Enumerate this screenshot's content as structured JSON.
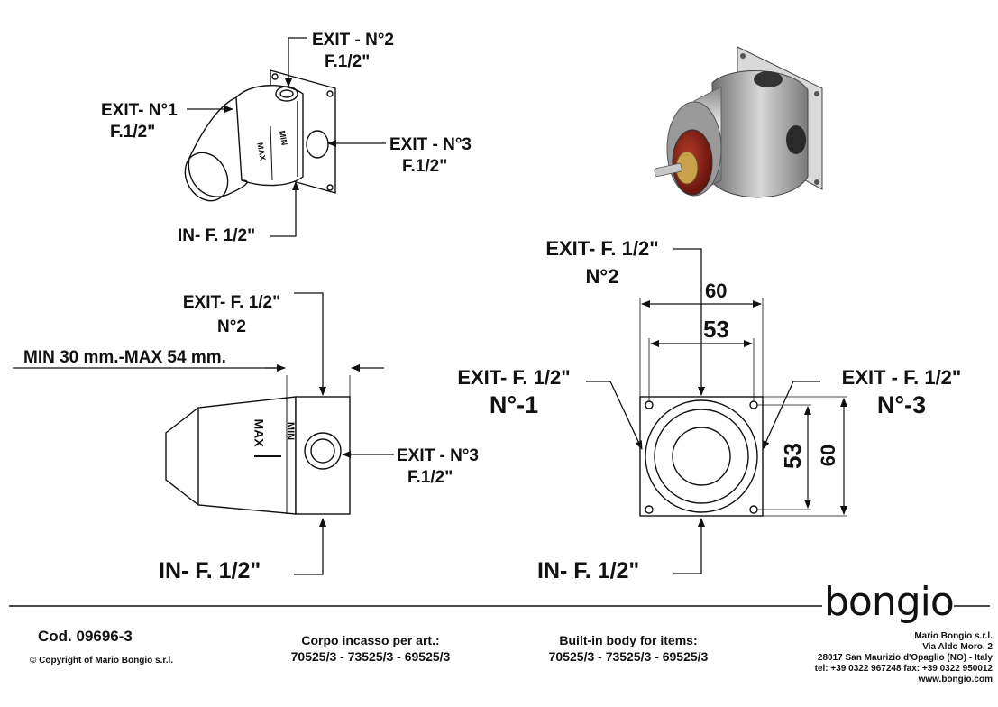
{
  "iso_view": {
    "exit1": [
      "EXIT- N°1",
      "F.1/2\""
    ],
    "exit2": [
      "EXIT - N°2",
      "F.1/2\""
    ],
    "exit3": [
      "EXIT - N°3",
      "F.1/2\""
    ],
    "inlet": "IN- F. 1/2\"",
    "body_marks": {
      "min": "MIN",
      "max": "MAX"
    }
  },
  "side_view": {
    "exit2": [
      "EXIT- F. 1/2\"",
      "N°2"
    ],
    "depth_range": "MIN 30 mm.-MAX 54 mm.",
    "exit3": [
      "EXIT - N°3",
      "F.1/2\""
    ],
    "inlet": "IN- F. 1/2\"",
    "body_marks": {
      "min": "MIN",
      "max": "MAX"
    }
  },
  "front_view": {
    "exit2": [
      "EXIT- F. 1/2\"",
      "N°2"
    ],
    "exit1": [
      "EXIT- F. 1/2\"",
      "N°-1"
    ],
    "exit3": [
      "EXIT - F. 1/2\"",
      "N°-3"
    ],
    "inlet": "IN- F. 1/2\"",
    "dims": {
      "outer_width": "60",
      "inner_width": "53",
      "inner_height": "53",
      "outer_height": "60"
    }
  },
  "footer": {
    "code": "Cod. 09696-3",
    "copyright": "© Copyright of Mario Bongio s.r.l.",
    "body_it": [
      "Corpo incasso per art.:",
      "70525/3 - 73525/3 - 69525/3"
    ],
    "body_en": [
      "Built-in body for items:",
      "70525/3 - 73525/3 - 69525/3"
    ],
    "logo": "bongio",
    "address": [
      "Mario Bongio s.r.l.",
      "Via Aldo Moro, 2",
      "28017 San Maurizio d'Opaglio (NO) - Italy",
      "tel: +39 0322 967248 fax: +39 0322 950012",
      "www.bongio.com"
    ]
  }
}
